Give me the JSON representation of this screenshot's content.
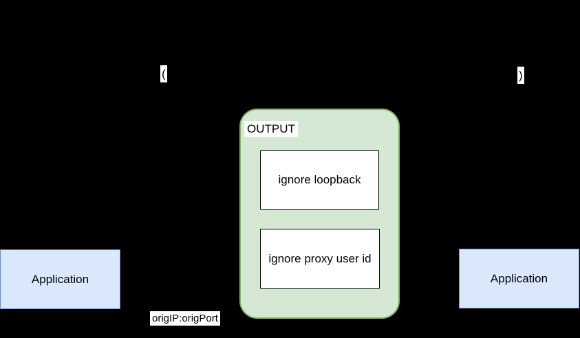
{
  "diagram": {
    "output_chain": {
      "title": "OUTPUT",
      "fill": "#d5e8d4",
      "stroke": "#82b366",
      "rules": [
        {
          "label": "ignore loopback"
        },
        {
          "label": "ignore proxy user id"
        }
      ]
    },
    "applications": {
      "left": {
        "label": "Application",
        "fill": "#dae8fc",
        "stroke": "#6c8ebf"
      },
      "right": {
        "label": "Application",
        "fill": "#dae8fc",
        "stroke": "#6c8ebf"
      }
    },
    "fragments": {
      "open_paren": "(",
      "close_paren": ")"
    },
    "edge_labels": {
      "orig_addr": "origIP:origPort"
    }
  },
  "theme": {
    "canvas_bg": "#000000",
    "green_fill": "#d5e8d4",
    "green_stroke": "#82b366",
    "blue_fill": "#dae8fc",
    "blue_stroke": "#6c8ebf",
    "box_fill": "#ffffff",
    "label_bg": "#ffffff",
    "line_color": "#000000",
    "text_color": "#000000"
  }
}
